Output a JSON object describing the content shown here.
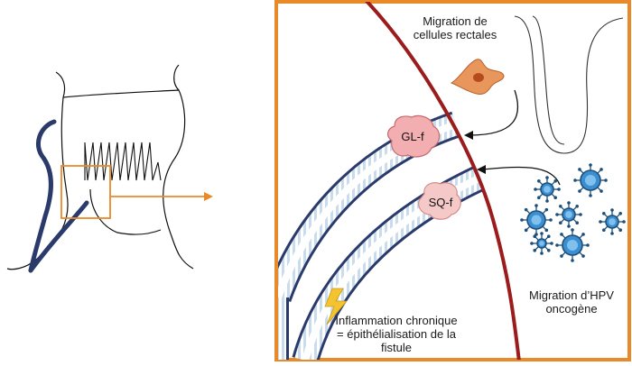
{
  "labels": {
    "migration_rectal": [
      "Migration de",
      "cellules rectales"
    ],
    "gl_f": "GL-f",
    "sq_f": "SQ-f",
    "migration_hpv": [
      "Migration d’HPV",
      "oncogène"
    ],
    "inflammation": [
      "Inflammation chronique",
      "= épithélialisation de la",
      "fistule"
    ]
  },
  "colors": {
    "frame": "#e98a2a",
    "wall": "#9b1c1c",
    "tract": "#2a3a6b",
    "tract_stripe": "#cfe0ee",
    "nodule": "#f2aeb0",
    "cell": "#e8965b",
    "virus": "#3b8fd0",
    "bolt": "#f4c430"
  },
  "icons": {
    "bolt": "lightning-bolt-icon",
    "cell": "migrating-cell-icon",
    "virus": "hpv-virus-icon"
  }
}
